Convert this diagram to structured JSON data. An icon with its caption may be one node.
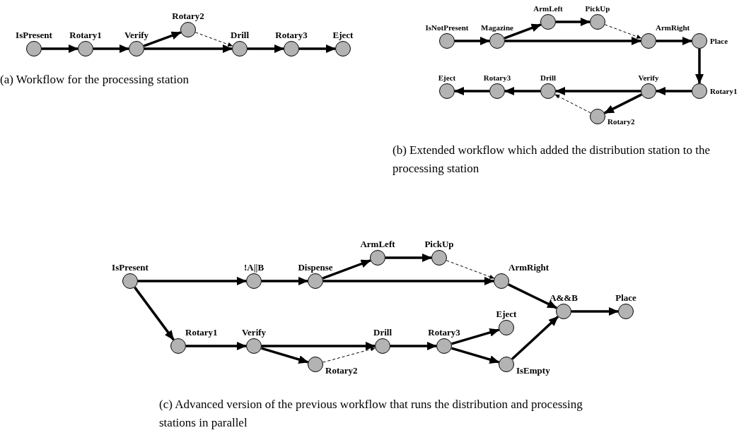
{
  "diagram": {
    "nodes": [
      {
        "text": [
          "IsPresent"
        ]
      },
      {
        "text": [
          "Rotary1"
        ]
      },
      {
        "text": [
          "Verify"
        ]
      },
      {
        "text": [
          "Rotary2"
        ]
      },
      {
        "text": [
          "Drill"
        ]
      },
      {
        "text": [
          "Rotary3"
        ]
      },
      {
        "text": [
          "Eject"
        ]
      },
      {
        "text": [
          "IsNotPresent"
        ]
      },
      {
        "text": [
          "Magazine"
        ]
      },
      {
        "text": [
          "ArmLeft"
        ]
      },
      {
        "text": [
          "PickUp"
        ]
      },
      {
        "text": [
          "ArmRight"
        ]
      },
      {
        "text": [
          "Place"
        ]
      },
      {
        "text": [
          "Eject"
        ]
      },
      {
        "text": [
          "Rotary3"
        ]
      },
      {
        "text": [
          "Drill"
        ]
      },
      {
        "text": [
          "Verify"
        ]
      },
      {
        "text": [
          "Rotary1"
        ]
      },
      {
        "text": [
          "Rotary2"
        ]
      },
      {
        "text": [
          "IsPresent"
        ]
      },
      {
        "text": [
          "!A||B"
        ]
      },
      {
        "text": [
          "Dispense"
        ]
      },
      {
        "text": [
          "ArmLeft"
        ]
      },
      {
        "text": [
          "PickUp"
        ]
      },
      {
        "text": [
          "ArmRight"
        ]
      },
      {
        "text": [
          "A&&B"
        ]
      },
      {
        "text": [
          "Place"
        ]
      },
      {
        "text": [
          "Rotary1"
        ]
      },
      {
        "text": [
          "Verify"
        ]
      },
      {
        "text": [
          "Drill"
        ]
      },
      {
        "text": [
          "Rotary3"
        ]
      },
      {
        "text": [
          "Eject"
        ]
      },
      {
        "text": [
          "Rotary2"
        ]
      },
      {
        "text": [
          "IsEmpty"
        ]
      }
    ],
    "edges": [
      {
        "from": 0,
        "to": 1,
        "arrow": "to"
      },
      {
        "from": 1,
        "to": 2,
        "arrow": "to"
      },
      {
        "from": 2,
        "to": 3,
        "arrow": "to"
      },
      {
        "from": 2,
        "to": 4,
        "arrow": "to"
      },
      {
        "from": 3,
        "to": 4,
        "arrow": "to",
        "style": "dashed"
      },
      {
        "from": 4,
        "to": 5,
        "arrow": "to"
      },
      {
        "from": 5,
        "to": 6,
        "arrow": "to"
      },
      {
        "from": 7,
        "to": 8,
        "arrow": "to"
      },
      {
        "from": 8,
        "to": 9,
        "arrow": "to"
      },
      {
        "from": 8,
        "to": 11,
        "arrow": "to"
      },
      {
        "from": 9,
        "to": 10,
        "arrow": "to"
      },
      {
        "from": 10,
        "to": 11,
        "arrow": "to",
        "style": "dashed"
      },
      {
        "from": 11,
        "to": 12,
        "arrow": "to"
      },
      {
        "from": 12,
        "to": 17,
        "arrow": "to"
      },
      {
        "from": 17,
        "to": 16,
        "arrow": "to"
      },
      {
        "from": 16,
        "to": 15,
        "arrow": "to"
      },
      {
        "from": 16,
        "to": 18,
        "arrow": "to"
      },
      {
        "from": 18,
        "to": 15,
        "arrow": "to",
        "style": "dashed"
      },
      {
        "from": 15,
        "to": 14,
        "arrow": "to"
      },
      {
        "from": 14,
        "to": 13,
        "arrow": "to"
      },
      {
        "from": 19,
        "to": 20,
        "arrow": "to"
      },
      {
        "from": 19,
        "to": 27,
        "arrow": "to"
      },
      {
        "from": 20,
        "to": 21,
        "arrow": "to"
      },
      {
        "from": 21,
        "to": 22,
        "arrow": "to"
      },
      {
        "from": 21,
        "to": 24,
        "arrow": "to"
      },
      {
        "from": 22,
        "to": 23,
        "arrow": "to"
      },
      {
        "from": 23,
        "to": 24,
        "arrow": "to",
        "style": "dashed"
      },
      {
        "from": 24,
        "to": 25,
        "arrow": "to"
      },
      {
        "from": 25,
        "to": 26,
        "arrow": "to"
      },
      {
        "from": 27,
        "to": 28,
        "arrow": "to"
      },
      {
        "from": 28,
        "to": 29,
        "arrow": "to"
      },
      {
        "from": 28,
        "to": 32,
        "arrow": "to"
      },
      {
        "from": 32,
        "to": 29,
        "arrow": "to",
        "style": "dashed"
      },
      {
        "from": 29,
        "to": 30,
        "arrow": "to"
      },
      {
        "from": 30,
        "to": 31,
        "arrow": "to"
      },
      {
        "from": 30,
        "to": 33,
        "arrow": "to"
      },
      {
        "from": 33,
        "to": 25,
        "arrow": "to"
      }
    ],
    "labels": [
      "(a) Workflow for the processing station",
      "(b) Extended workflow which added the distribution station to the processing station",
      "(c) Advanced version of the previous workflow that runs the distribution and processing stations in parallel"
    ]
  }
}
